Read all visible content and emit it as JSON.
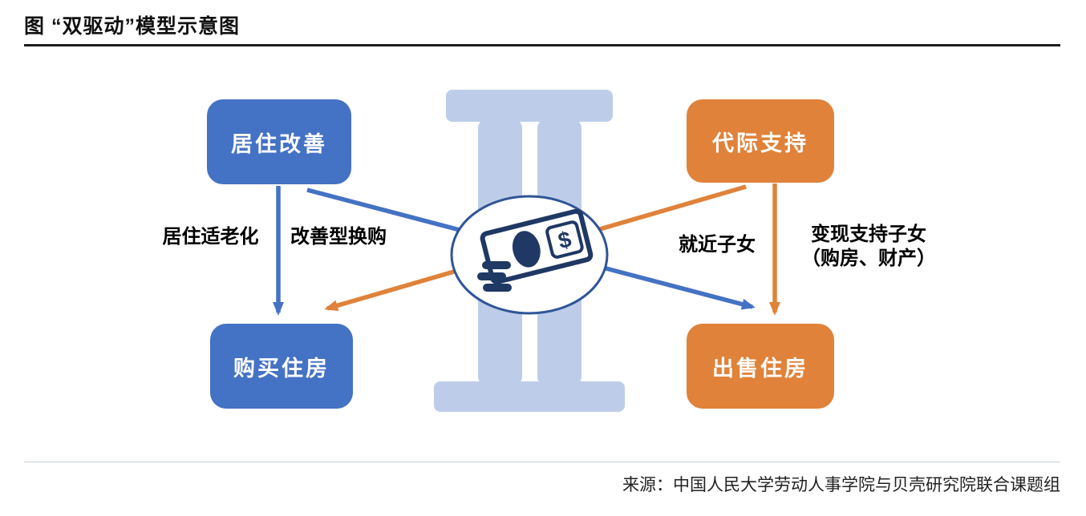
{
  "title": "图 “双驱动”模型示意图",
  "source": "来源：中国人民大学劳动人事学院与贝壳研究院联合课题组",
  "nodes": {
    "housing_improvement": "居住改善",
    "intergenerational_support": "代际支持",
    "buy_housing": "购买住房",
    "sell_housing": "出售住房"
  },
  "edge_labels": {
    "aging_friendly": "居住适老化",
    "trade_up": "改善型换购",
    "near_children": "就近子女",
    "cash_out_line1": "变现支持子女",
    "cash_out_line2": "（购房、财产）"
  },
  "icons": {
    "center": "money-banknote-icon",
    "dollar_sign": "$"
  },
  "colors": {
    "blue_node": "#4472C4",
    "orange_node": "#E08239",
    "building_fill": "#BDCDE9",
    "ellipse_stroke": "#2F5597",
    "icon_navy": "#1F3864"
  }
}
